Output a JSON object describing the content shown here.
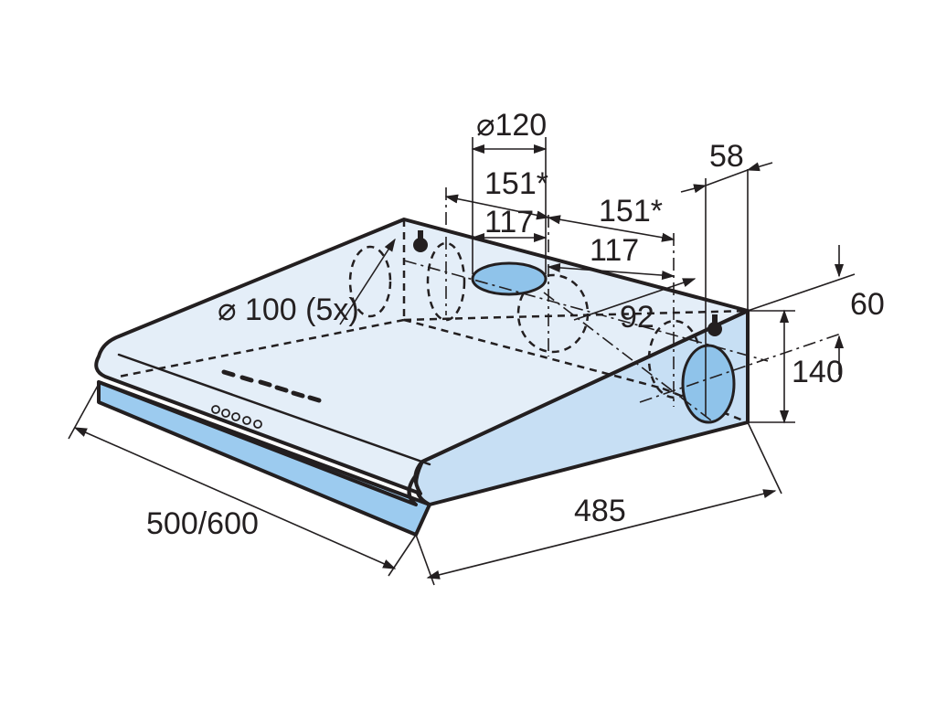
{
  "colors": {
    "body_fill": "#e4eef8",
    "side_fill": "#c7dff4",
    "front_strip": "#9ccbef",
    "outlet_fill": "#8fc3ea",
    "line": "#231f20"
  },
  "dimensions": {
    "outlet_diameter": "⌀120",
    "offset_151_left": "151*",
    "offset_117_left": "117",
    "offset_151_right": "151*",
    "offset_117_right": "117",
    "depth_58": "58",
    "height_60": "60",
    "height_140": "140",
    "offset_92": "92",
    "hole_diameter": "⌀ 100 (5x)",
    "width": "500/600",
    "depth": "485"
  }
}
